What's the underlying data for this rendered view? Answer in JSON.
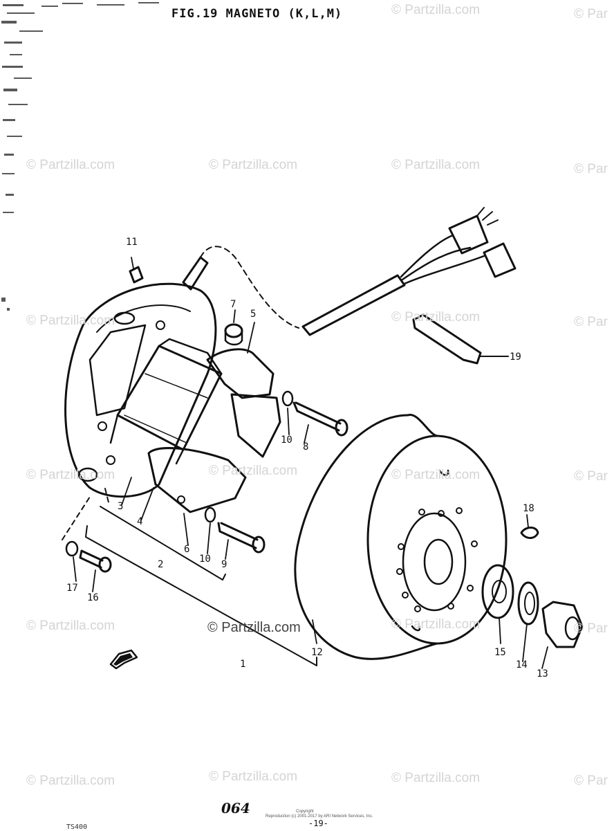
{
  "figure": {
    "title": "FIG.19  MAGNETO (K,L,M)",
    "footer_number": "064",
    "page_number": "-19-",
    "copyright_lines": [
      "Copyright",
      "Reproduction (c) 2001-2017 by ARI Network Services, Inc."
    ],
    "corner_code": "TS400"
  },
  "watermark": {
    "text": "© Partzilla.com",
    "partial_text": "© Par",
    "center_text": "© Partzilla.com"
  },
  "callouts": [
    "1",
    "2",
    "3",
    "4",
    "5",
    "6",
    "7",
    "8",
    "9",
    "10",
    "10",
    "11",
    "12",
    "13",
    "14",
    "15",
    "16",
    "17",
    "18",
    "19"
  ],
  "colors": {
    "ink": "#111111",
    "watermark": "#d4d4d4",
    "paper": "#ffffff"
  }
}
